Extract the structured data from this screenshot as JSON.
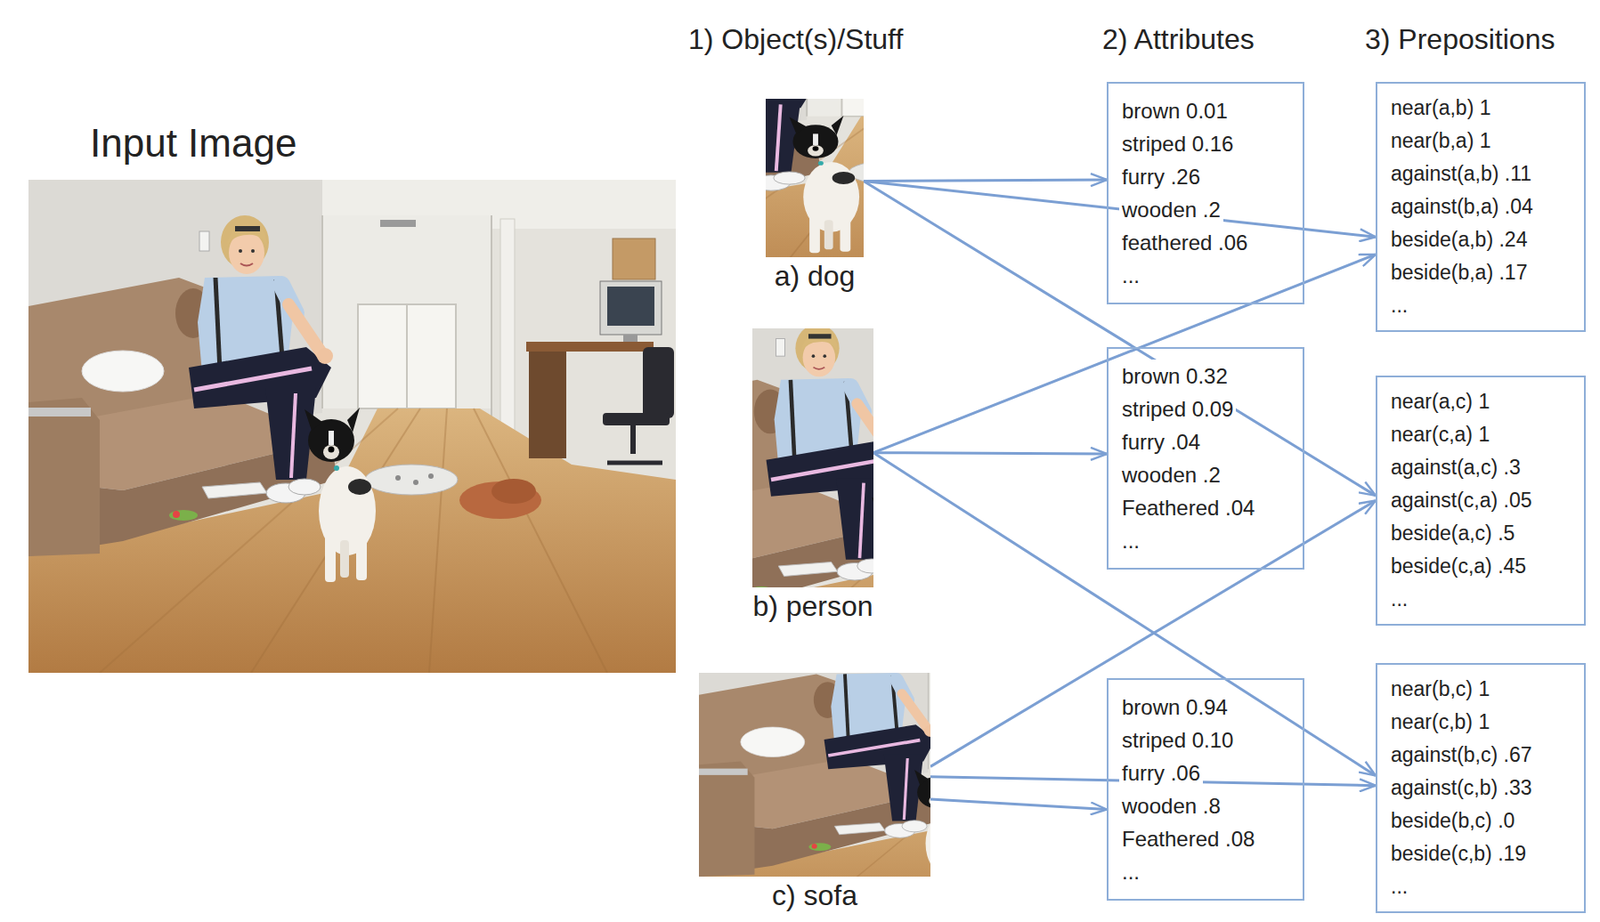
{
  "diagram": {
    "nodes": [
      {
        "text": [
          "a) dog"
        ]
      },
      {
        "text": [
          "brown 0.01",
          "striped 0.16",
          "furry .26",
          "wooden .2",
          "feathered .06",
          "..."
        ]
      },
      {
        "text": [
          "near(a,b) 1",
          "near(b,a) 1",
          "against(a,b) .11",
          "against(b,a) .04",
          "beside(a,b) .24",
          "beside(b,a) .17",
          "..."
        ]
      },
      {
        "text": [
          "b) person"
        ]
      },
      {
        "text": [
          "brown 0.32",
          "striped 0.09",
          "furry .04",
          "wooden .2",
          "Feathered .04",
          "..."
        ]
      },
      {
        "text": [
          "near(a,c) 1",
          "near(c,a) 1",
          "against(a,c) .3",
          "against(c,a) .05",
          "beside(a,c) .5",
          "beside(c,a) .45",
          "..."
        ]
      },
      {
        "text": [
          "c) sofa"
        ]
      },
      {
        "text": [
          "brown 0.94",
          "striped 0.10",
          "furry .06",
          "wooden .8",
          "Feathered .08",
          "..."
        ]
      },
      {
        "text": [
          "near(b,c) 1",
          "near(c,b) 1",
          "against(b,c) .67",
          "against(c,b) .33",
          "beside(b,c) .0",
          "beside(c,b) .19",
          "..."
        ]
      }
    ],
    "edges": [
      {
        "from": 0,
        "to": 1,
        "arrow": "to"
      },
      {
        "from": 0,
        "to": 2,
        "arrow": "to"
      },
      {
        "from": 0,
        "to": 5,
        "arrow": "to"
      },
      {
        "from": 3,
        "to": 4,
        "arrow": "to"
      },
      {
        "from": 3,
        "to": 2,
        "arrow": "to"
      },
      {
        "from": 3,
        "to": 8,
        "arrow": "to"
      },
      {
        "from": 6,
        "to": 7,
        "arrow": "to"
      },
      {
        "from": 6,
        "to": 5,
        "arrow": "to"
      },
      {
        "from": 6,
        "to": 8,
        "arrow": "to"
      }
    ],
    "labels": [
      "Input Image",
      "1) Object(s)/Stuff",
      "2) Attributes",
      "3) Prepositions"
    ]
  }
}
